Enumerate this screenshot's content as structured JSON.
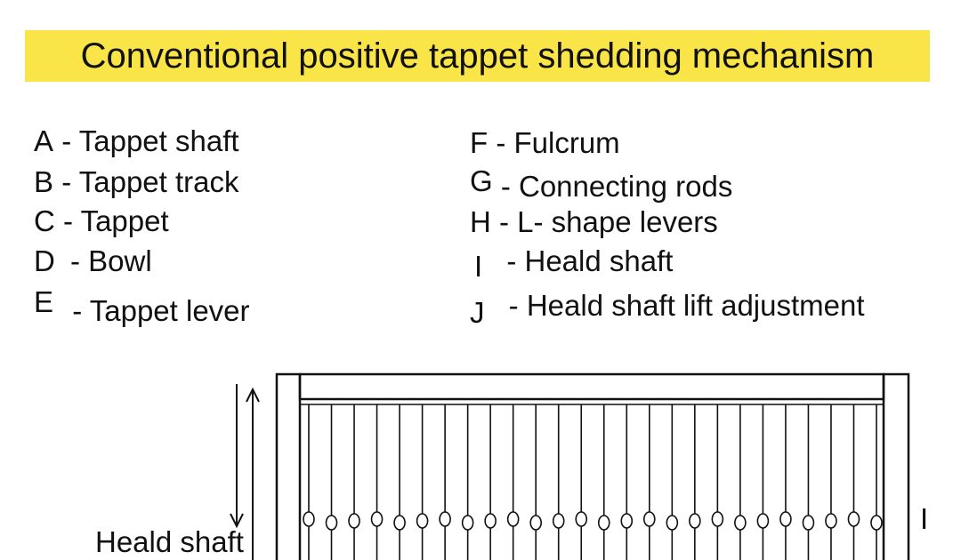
{
  "title": "Conventional positive tappet shedding mechanism",
  "legend_left": [
    {
      "letter": "A",
      "text": "- Tappet shaft"
    },
    {
      "letter": "B",
      "text": "- Tappet track"
    },
    {
      "letter": "C",
      "text": "- Tappet"
    },
    {
      "letter": "D",
      "text": "- Bowl"
    },
    {
      "letter": "E",
      "text": "- Tappet lever"
    }
  ],
  "legend_right": [
    {
      "letter": "F",
      "text": "- Fulcrum"
    },
    {
      "letter": "G",
      "text": "- Connecting rods"
    },
    {
      "letter": "H",
      "text": "- L- shape levers"
    },
    {
      "letter": "I",
      "text": "- Heald shaft"
    },
    {
      "letter": "J",
      "text": "- Heald shaft lift adjustment"
    }
  ],
  "diagram": {
    "heald_shaft_label": "Heald shaft",
    "part_marker": "I"
  },
  "colors": {
    "title_background": "#f9e547",
    "line": "#111111"
  }
}
